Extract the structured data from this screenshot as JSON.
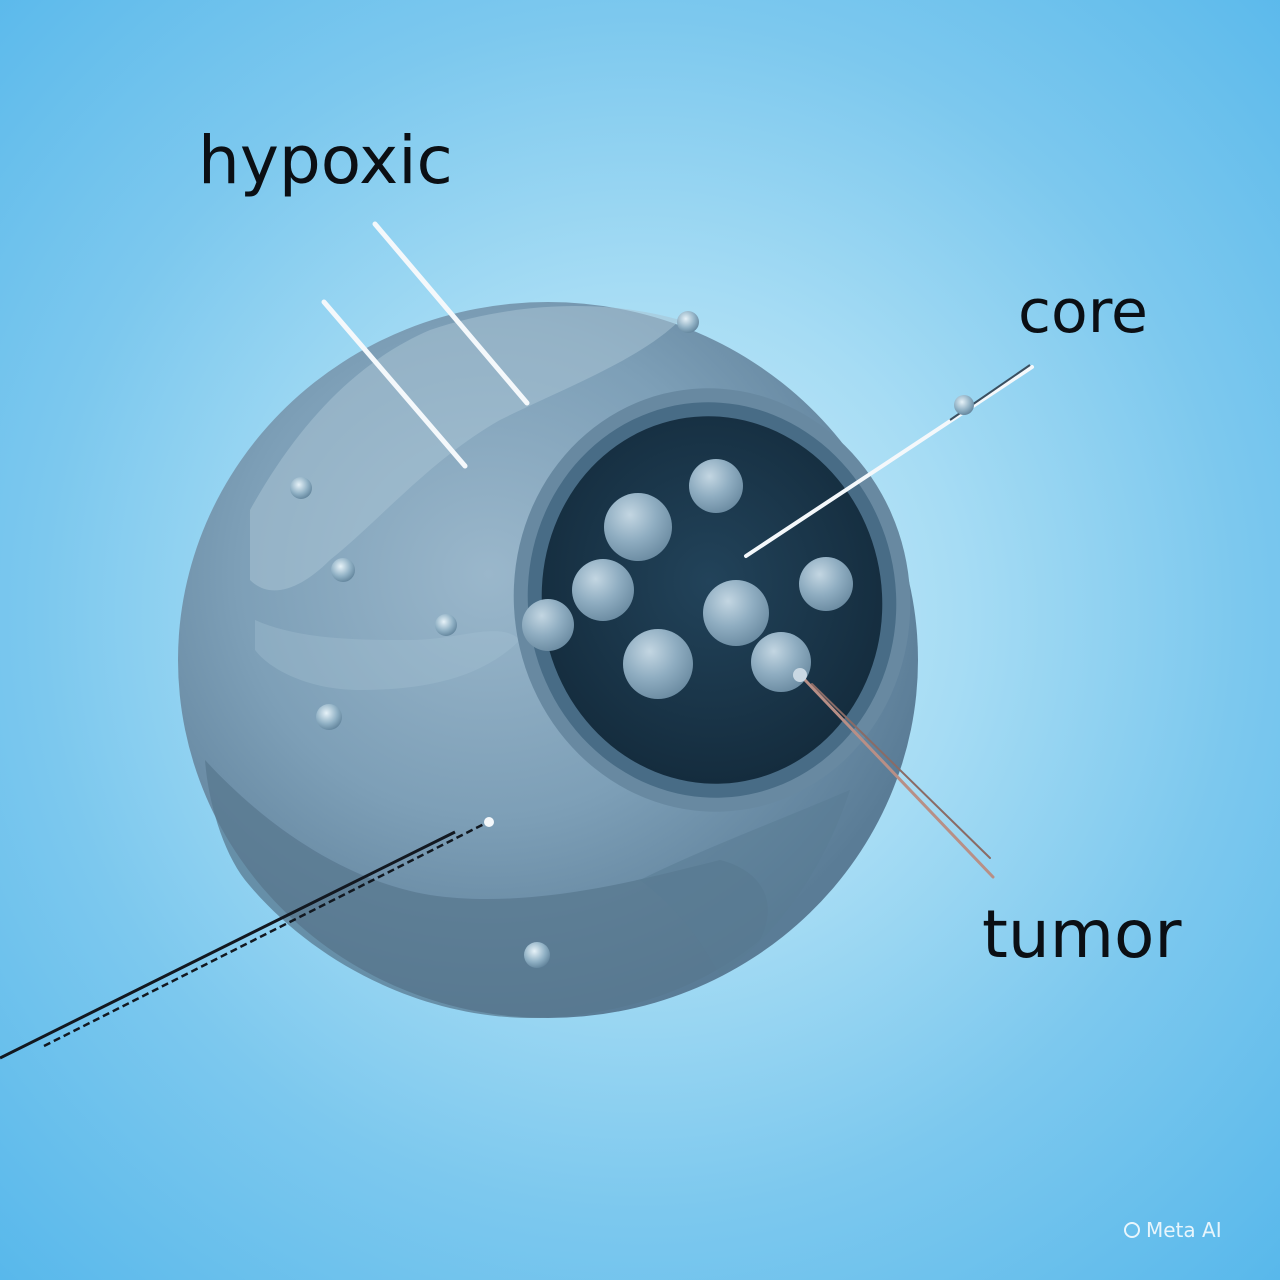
{
  "labels": {
    "hypoxic": "hypoxic",
    "core": "core",
    "tumor": "tumor"
  },
  "watermark": {
    "text": "Meta AI",
    "icon": "ring-icon"
  },
  "colors": {
    "background": "#7cc8ee",
    "sphere": "#7d9fb7",
    "sphere_shadow": "#5a7c96",
    "core_dark": "#1a3447",
    "core_rim": "#4f7590",
    "bubble": "#9bb8cb",
    "text": "#0b0f14"
  }
}
